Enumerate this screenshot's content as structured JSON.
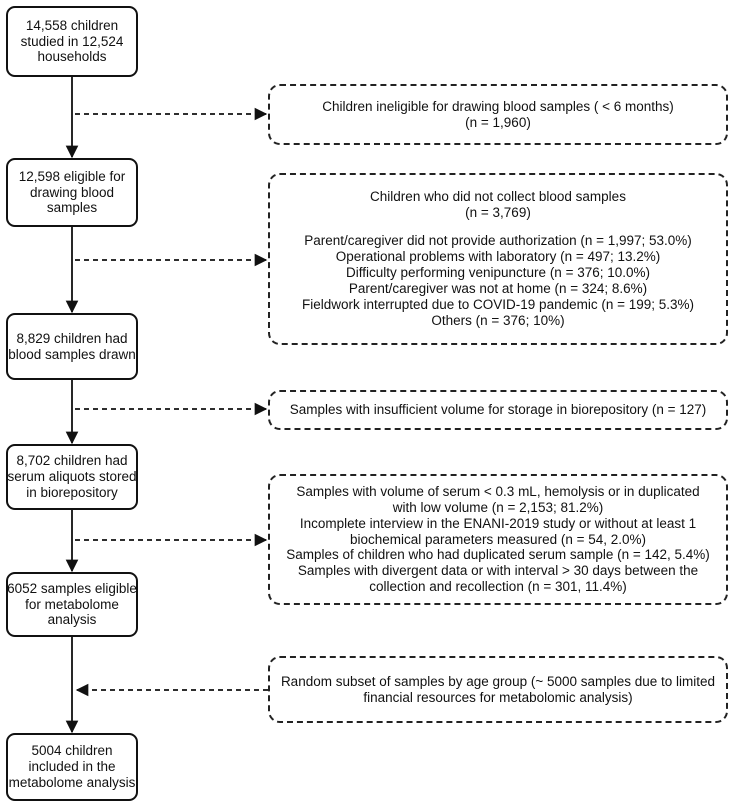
{
  "main_steps": [
    {
      "id": "studied",
      "lines": [
        "14,558 children",
        "studied in 12,524",
        "households"
      ]
    },
    {
      "id": "eligible",
      "lines": [
        "12,598 eligible for",
        "drawing blood",
        "samples"
      ]
    },
    {
      "id": "drawn",
      "lines": [
        "8,829 children had",
        "blood samples drawn"
      ]
    },
    {
      "id": "stored",
      "lines": [
        "8,702 children had",
        "serum aliquots stored",
        "in biorepository"
      ]
    },
    {
      "id": "metabolome-eligible",
      "lines": [
        "6052 samples eligible",
        "for metabolome",
        "analysis"
      ]
    },
    {
      "id": "included",
      "lines": [
        "5004 children",
        "included in the",
        "metabolome analysis"
      ]
    }
  ],
  "exclusions": [
    {
      "id": "ineligible",
      "title": [
        "Children ineligible for drawing blood samples ( < 6 months)",
        "(n = 1,960)"
      ],
      "items": []
    },
    {
      "id": "not-collected",
      "title": [
        "Children who did not collect blood samples",
        "(n = 3,769)"
      ],
      "items": [
        "Parent/caregiver did not provide authorization (n = 1,997; 53.0%)",
        "Operational problems with laboratory (n = 497; 13.2%)",
        "Difficulty performing venipuncture (n = 376; 10.0%)",
        "Parent/caregiver was not at home (n = 324; 8.6%)",
        "Fieldwork interrupted due to COVID-19 pandemic (n = 199; 5.3%)",
        "Others (n = 376; 10%)"
      ]
    },
    {
      "id": "insufficient-volume",
      "title": [
        "Samples with insufficient volume for storage in biorepository (n = 127)"
      ],
      "items": []
    },
    {
      "id": "excluded-samples",
      "title": [],
      "items": [
        "Samples with volume of serum < 0.3 mL, hemolysis or in duplicated",
        "with low volume (n = 2,153; 81.2%)",
        "Incomplete interview in the ENANI-2019 study or without at least 1",
        "biochemical parameters measured (n = 54, 2.0%)",
        "Samples of children who had duplicated serum sample (n = 142, 5.4%)",
        "Samples with divergent data or with interval > 30 days between the",
        "collection and recollection (n = 301, 11.4%)"
      ]
    },
    {
      "id": "random-subset",
      "title": [
        "Random subset of samples by age group (~ 5000 samples due to limited",
        "financial resources for metabolomic analysis)"
      ],
      "items": []
    }
  ]
}
